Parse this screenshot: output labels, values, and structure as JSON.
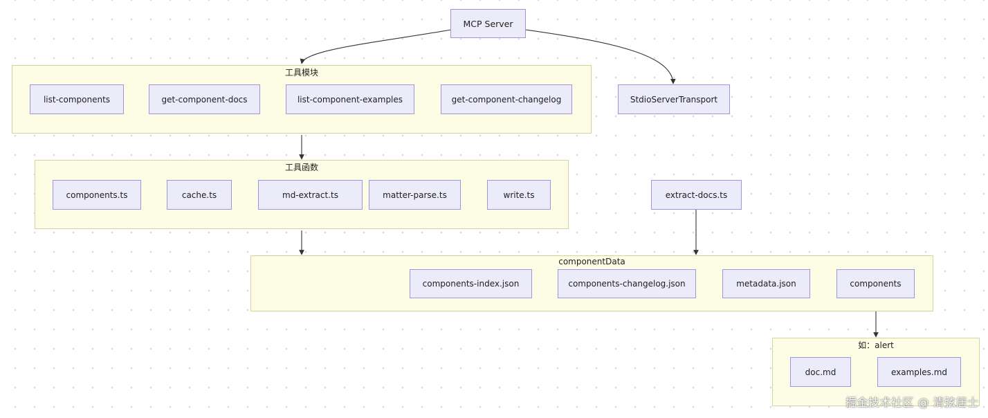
{
  "nodes": {
    "mcp_server": "MCP Server",
    "stdio_transport": "StdioServerTransport",
    "extract_docs": "extract-docs.ts"
  },
  "groups": {
    "tools": {
      "title": "工具模块",
      "items": [
        "list-components",
        "get-component-docs",
        "list-component-examples",
        "get-component-changelog"
      ]
    },
    "utils": {
      "title": "工具函数",
      "items": [
        "components.ts",
        "cache.ts",
        "md-extract.ts",
        "matter-parse.ts",
        "write.ts"
      ]
    },
    "component_data": {
      "title": "componentData",
      "items": [
        "components-index.json",
        "components-changelog.json",
        "metadata.json",
        "components"
      ]
    },
    "example": {
      "title": "如：alert",
      "items": [
        "doc.md",
        "examples.md"
      ]
    }
  },
  "watermark": "掘金技术社区 @ 清弦居士"
}
